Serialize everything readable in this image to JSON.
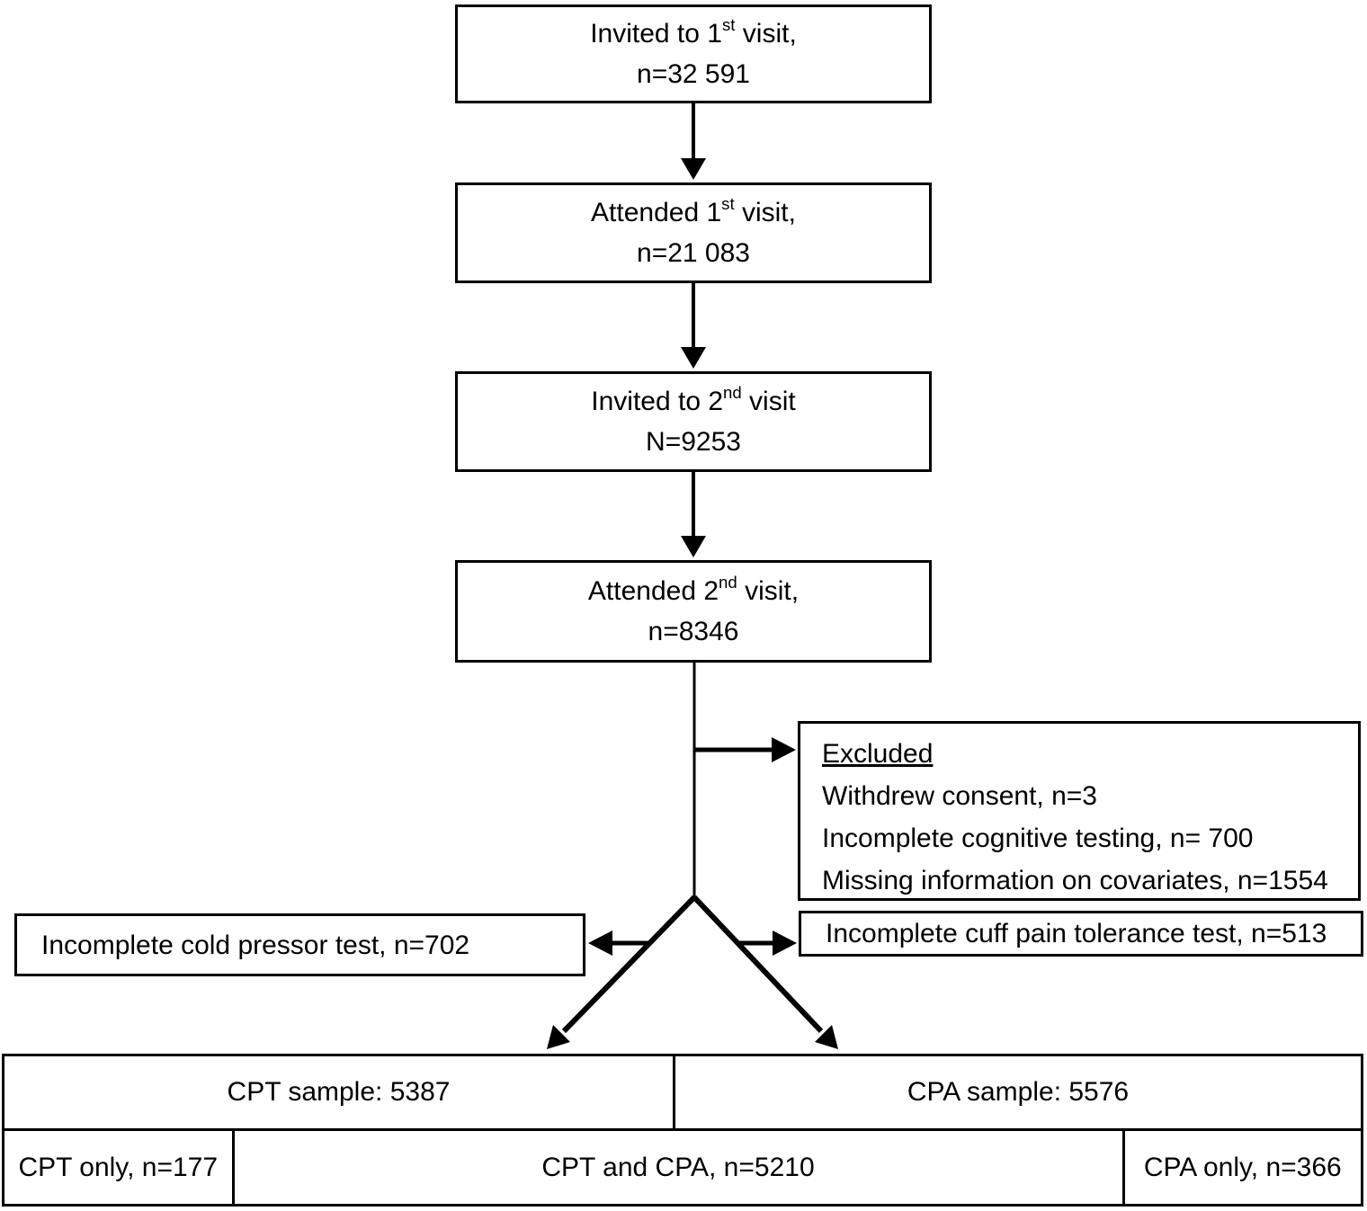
{
  "flow_boxes": {
    "box1": {
      "line1_pre": "Invited to 1",
      "line1_sup": "st",
      "line1_post": " visit,",
      "line2": "n=32 591"
    },
    "box2": {
      "line1_pre": "Attended 1",
      "line1_sup": "st",
      "line1_post": " visit,",
      "line2": "n=21 083"
    },
    "box3": {
      "line1_pre": "Invited to 2",
      "line1_sup": "nd",
      "line1_post": " visit",
      "line2": "N=9253"
    },
    "box4": {
      "line1_pre": "Attended 2",
      "line1_sup": "nd",
      "line1_post": " visit,",
      "line2": "n=8346"
    }
  },
  "excluded_box": {
    "title": "Excluded",
    "items": [
      "Withdrew consent, n=3",
      "Incomplete cognitive testing, n= 700",
      "Missing information on covariates, n=1554"
    ]
  },
  "side_boxes": {
    "left": "Incomplete cold pressor test, n=702",
    "right": "Incomplete cuff pain tolerance test, n=513"
  },
  "sample_table": {
    "row1": [
      "CPT sample: 5387",
      "CPA sample: 5576"
    ],
    "row2": [
      "CPT only, n=177",
      "CPT and CPA, n=5210",
      "CPA only, n=366"
    ]
  },
  "colors": {
    "line": "#000000",
    "background": "#ffffff"
  }
}
